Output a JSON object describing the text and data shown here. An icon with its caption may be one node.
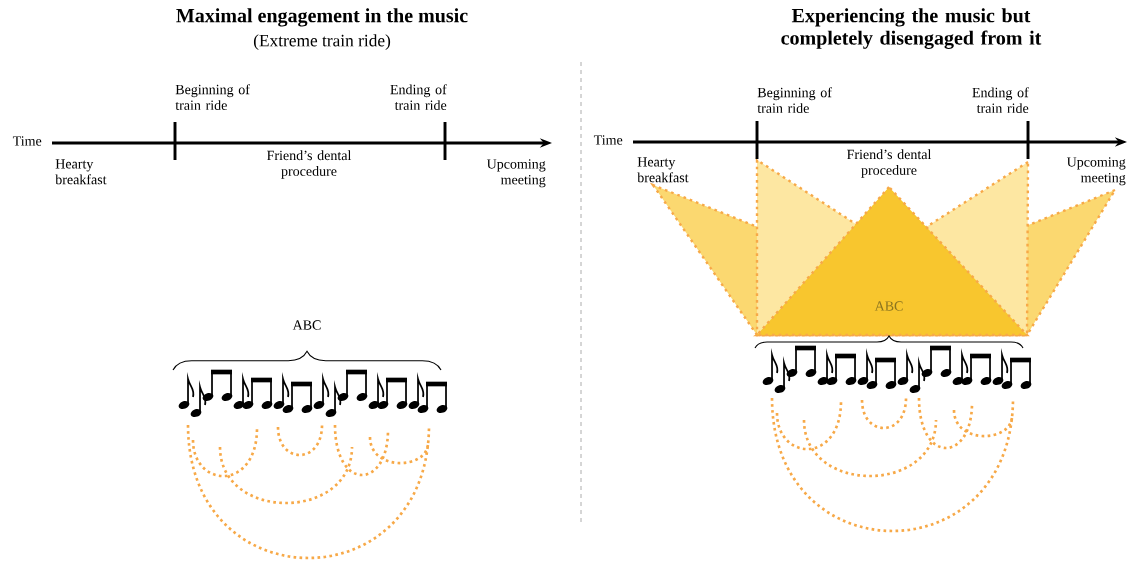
{
  "diagram": {
    "labels": [
      "Maximal engagement in the music",
      "(Extreme train ride)",
      "Experiencing the music but completely disengaged from it",
      "Beginning of train ride",
      "Ending of train ride",
      "Time",
      "Hearty breakfast",
      "Friend’s dental procedure",
      "Upcoming meeting",
      "ABC",
      "Beginning of train ride",
      "Ending of train ride",
      "Time",
      "Hearty breakfast",
      "Friend’s dental procedure",
      "Upcoming meeting",
      "ABC"
    ]
  }
}
